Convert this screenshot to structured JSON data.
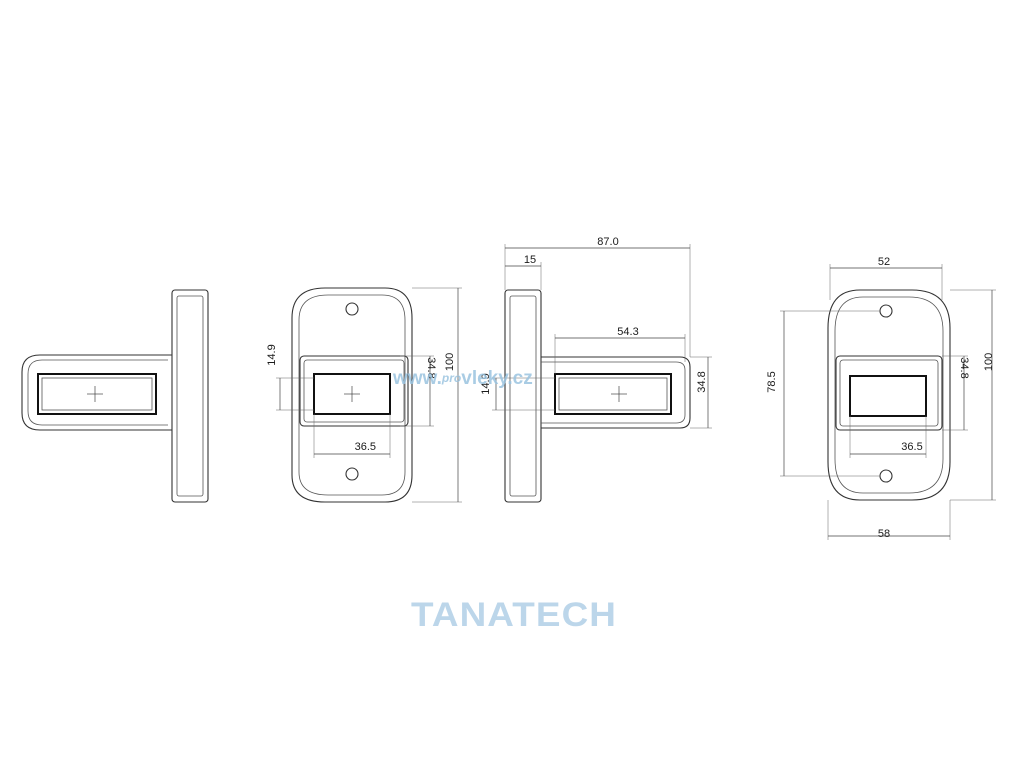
{
  "dimensions": {
    "v1_height_small": "14.9",
    "v1_height_lens": "34.8",
    "v1_height_total": "100",
    "v1_width_lens": "36.5",
    "v2_length_total": "87.0",
    "v2_base_thickness": "15",
    "v2_arm_length": "54.3",
    "v2_height_small": "14.9",
    "v2_height_lens": "34.8",
    "v3_width_top": "52",
    "v3_hole_spacing": "78.5",
    "v3_height_lens": "34.8",
    "v3_height_total": "100",
    "v3_width_lens": "36.5",
    "v3_width_bottom": "58"
  },
  "watermark": {
    "prefix": "www.",
    "pro": "pro",
    "suffix": "vleky.cz"
  },
  "logo": {
    "text": "TANATECH"
  },
  "colors": {
    "line": "#333333",
    "watermark": "#9bc4e0",
    "logo": "#bcd6ea"
  }
}
